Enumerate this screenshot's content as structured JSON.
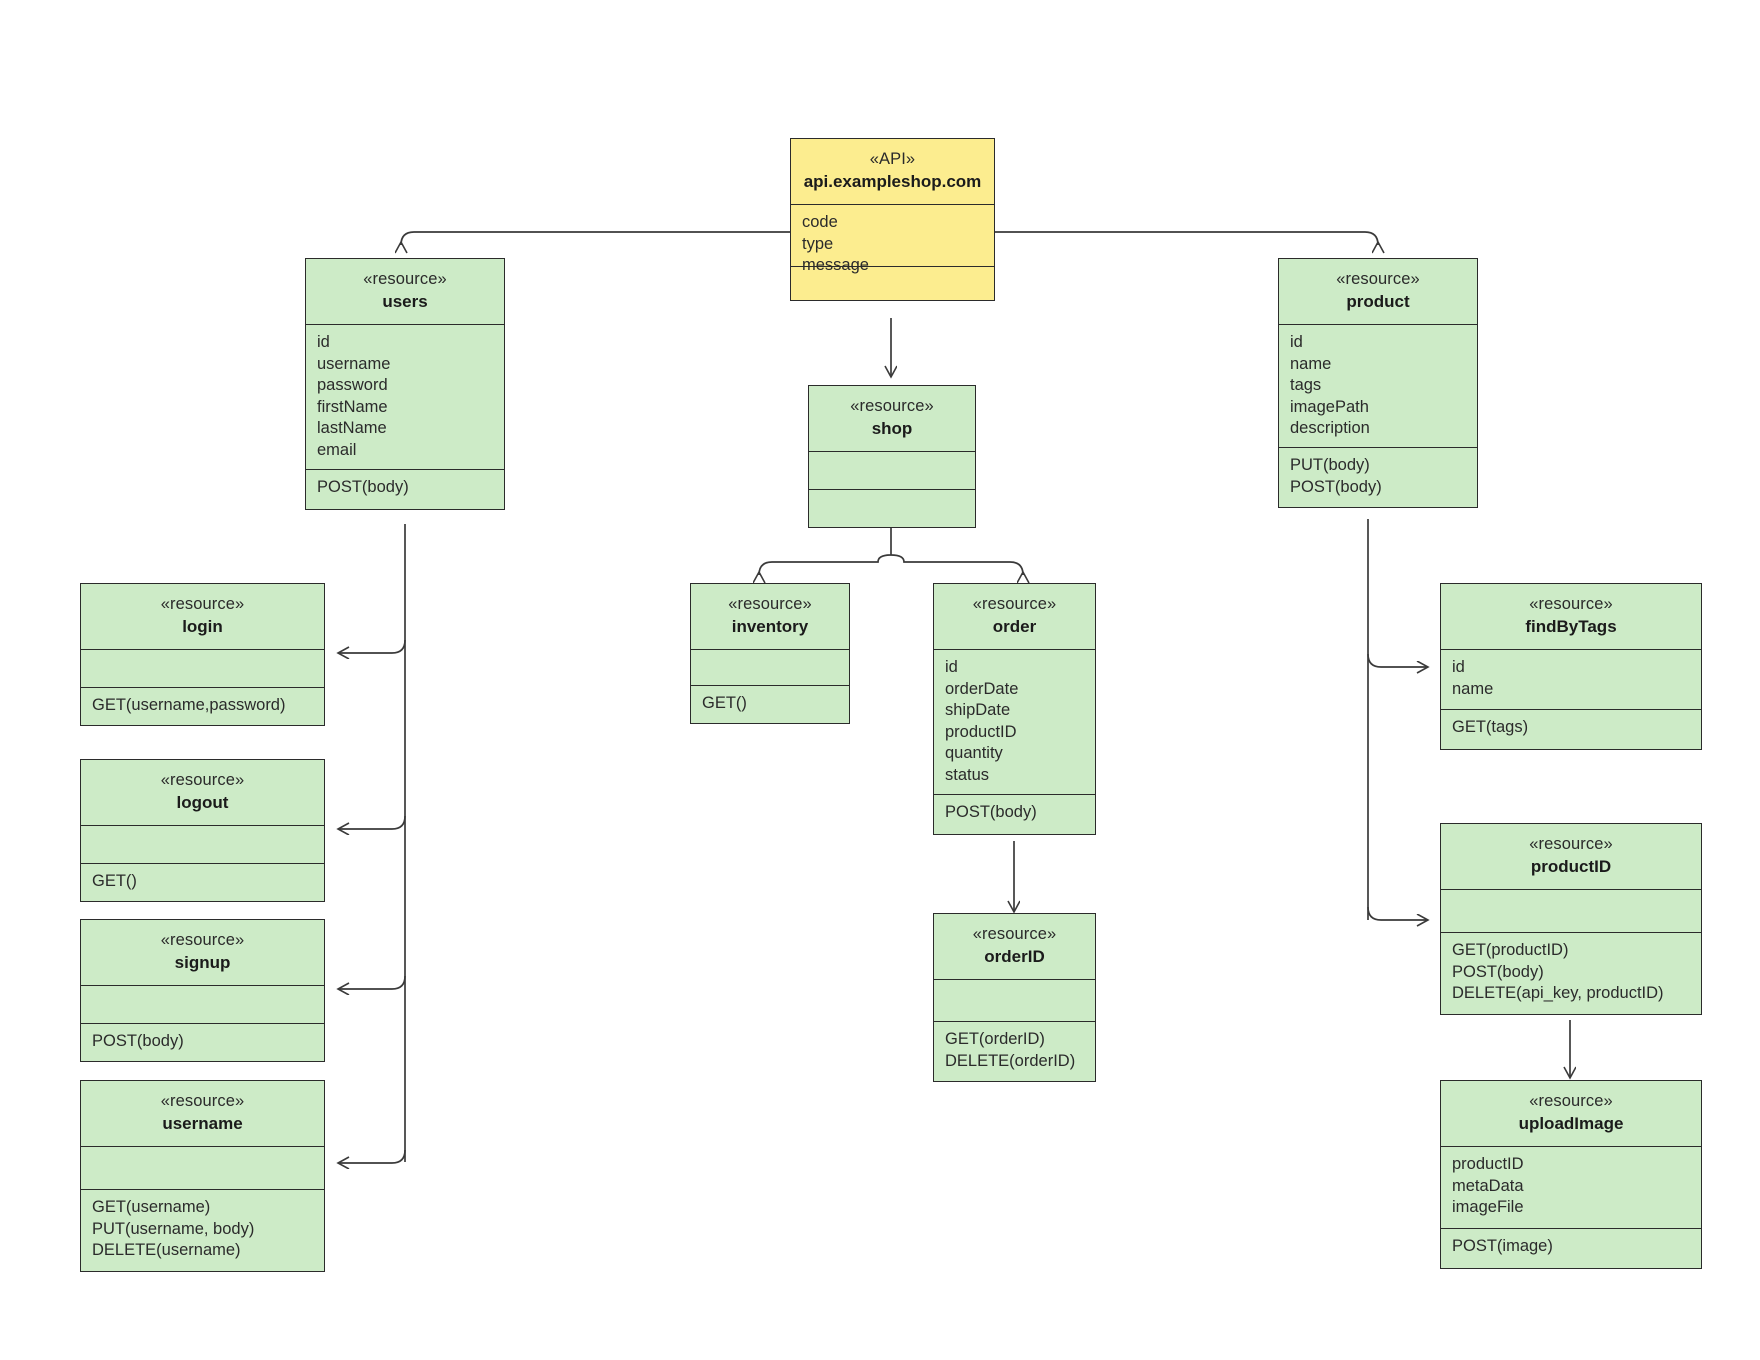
{
  "diagram": {
    "title": "API resource model",
    "type": "uml-class-diagram",
    "colors": {
      "api_fill": "#fced8f",
      "resource_fill": "#cdebc7",
      "border": "#2b2b2b",
      "connector": "#3a3a3a",
      "background": "#ffffff"
    }
  },
  "nodes": [
    {
      "id": "api",
      "stereotype": "«API»",
      "name": "api.exampleshop.com",
      "attributes": [
        "code",
        "type",
        "message"
      ],
      "operations": []
    },
    {
      "id": "users",
      "stereotype": "«resource»",
      "name": "users",
      "attributes": [
        "id",
        "username",
        "password",
        "firstName",
        "lastName",
        "email"
      ],
      "operations": [
        "POST(body)"
      ]
    },
    {
      "id": "shop",
      "stereotype": "«resource»",
      "name": "shop",
      "attributes": [],
      "operations": []
    },
    {
      "id": "product",
      "stereotype": "«resource»",
      "name": "product",
      "attributes": [
        "id",
        "name",
        "tags",
        "imagePath",
        "description"
      ],
      "operations": [
        "PUT(body)",
        "POST(body)"
      ]
    },
    {
      "id": "login",
      "stereotype": "«resource»",
      "name": "login",
      "attributes": [],
      "operations": [
        "GET(username,password)"
      ]
    },
    {
      "id": "logout",
      "stereotype": "«resource»",
      "name": "logout",
      "attributes": [],
      "operations": [
        "GET()"
      ]
    },
    {
      "id": "signup",
      "stereotype": "«resource»",
      "name": "signup",
      "attributes": [],
      "operations": [
        "POST(body)"
      ]
    },
    {
      "id": "username",
      "stereotype": "«resource»",
      "name": "username",
      "attributes": [],
      "operations": [
        "GET(username)",
        "PUT(username, body)",
        "DELETE(username)"
      ]
    },
    {
      "id": "inventory",
      "stereotype": "«resource»",
      "name": "inventory",
      "attributes": [],
      "operations": [
        "GET()"
      ]
    },
    {
      "id": "order",
      "stereotype": "«resource»",
      "name": "order",
      "attributes": [
        "id",
        "orderDate",
        "shipDate",
        "productID",
        "quantity",
        "status"
      ],
      "operations": [
        "POST(body)"
      ]
    },
    {
      "id": "orderID",
      "stereotype": "«resource»",
      "name": "orderID",
      "attributes": [],
      "operations": [
        "GET(orderID)",
        "DELETE(orderID)"
      ]
    },
    {
      "id": "findByTags",
      "stereotype": "«resource»",
      "name": "findByTags",
      "attributes": [
        "id",
        "name"
      ],
      "operations": [
        "GET(tags)"
      ]
    },
    {
      "id": "productID",
      "stereotype": "«resource»",
      "name": "productID",
      "attributes": [],
      "operations": [
        "GET(productID)",
        "POST(body)",
        "DELETE(api_key, productID)"
      ]
    },
    {
      "id": "uploadImage",
      "stereotype": "«resource»",
      "name": "uploadImage",
      "attributes": [
        "productID",
        "metaData",
        "imageFile"
      ],
      "operations": [
        "POST(image)"
      ]
    }
  ],
  "edges": [
    {
      "from": "api",
      "to": "users"
    },
    {
      "from": "api",
      "to": "shop"
    },
    {
      "from": "api",
      "to": "product"
    },
    {
      "from": "users",
      "to": "login"
    },
    {
      "from": "users",
      "to": "logout"
    },
    {
      "from": "users",
      "to": "signup"
    },
    {
      "from": "users",
      "to": "username"
    },
    {
      "from": "shop",
      "to": "inventory"
    },
    {
      "from": "shop",
      "to": "order"
    },
    {
      "from": "order",
      "to": "orderID"
    },
    {
      "from": "product",
      "to": "findByTags"
    },
    {
      "from": "product",
      "to": "productID"
    },
    {
      "from": "productID",
      "to": "uploadImage"
    }
  ]
}
